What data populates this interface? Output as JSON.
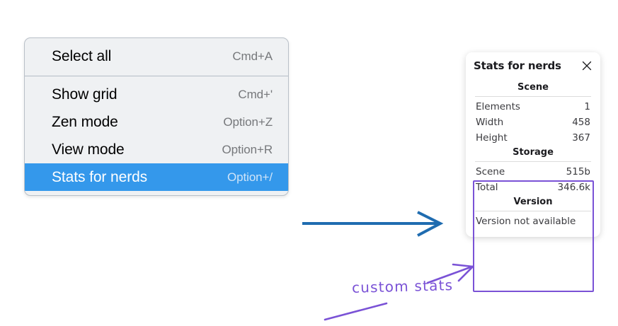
{
  "menu": {
    "sections": [
      {
        "items": [
          {
            "label": "Select all",
            "shortcut": "Cmd+A",
            "selected": false
          }
        ]
      },
      {
        "items": [
          {
            "label": "Show grid",
            "shortcut": "Cmd+'",
            "selected": false
          },
          {
            "label": "Zen mode",
            "shortcut": "Option+Z",
            "selected": false
          },
          {
            "label": "View mode",
            "shortcut": "Option+R",
            "selected": false
          },
          {
            "label": "Stats for nerds",
            "shortcut": "Option+/",
            "selected": true
          }
        ]
      }
    ],
    "highlight_color": "#3498eb",
    "background_color": "#eff1f3"
  },
  "stats_panel": {
    "title": "Stats for nerds",
    "close_icon": "close-icon",
    "sections": [
      {
        "heading": "Scene",
        "rows": [
          {
            "key": "Elements",
            "value": "1"
          },
          {
            "key": "Width",
            "value": "458"
          },
          {
            "key": "Height",
            "value": "367"
          }
        ]
      },
      {
        "heading": "Storage",
        "rows": [
          {
            "key": "Scene",
            "value": "515b"
          },
          {
            "key": "Total",
            "value": "346.6k"
          }
        ]
      },
      {
        "heading": "Version",
        "single": "Version not available"
      }
    ]
  },
  "annotations": {
    "handwritten_label": "custom stats",
    "arrow_blue_color": "#1f6cb0",
    "arrow_purple_color": "#7a52d6",
    "highlight_box_color": "#7a52d6"
  }
}
